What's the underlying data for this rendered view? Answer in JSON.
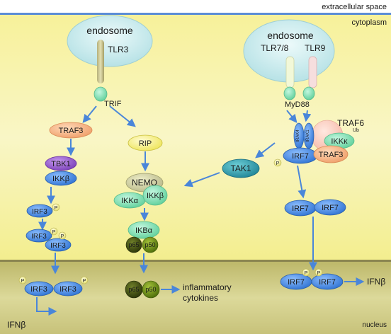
{
  "compartments": {
    "extracellular": "extracellular space",
    "cytoplasm": "cytoplasm",
    "nucleus": "nucleus"
  },
  "left_pathway": {
    "endosome": "endosome",
    "receptor": "TLR3",
    "adaptor": "TRIF",
    "traf3": "TRAF3",
    "tbk1": "TBK1",
    "ikk_beta": "IKKβ",
    "irf3": "IRF3",
    "irf3_dimer": [
      "IRF3",
      "IRF3"
    ],
    "nuclear_irf3_dimer": [
      "IRF3",
      "IRF3"
    ],
    "output": "IFNβ",
    "phospho": "P"
  },
  "middle_pathway": {
    "rip": "RIP",
    "nemo": "NEMO",
    "ikk_alpha": "IKKα",
    "ikk_beta": "IKKβ",
    "ikb_alpha": "IKBα",
    "p65": "p65",
    "p50": "p50",
    "nuclear_p65": "p65",
    "nuclear_p50": "p50",
    "output_line1": "inflammatory",
    "output_line2": "cytokines"
  },
  "right_pathway": {
    "endosome": "endosome",
    "receptor_a": "TLR7/8",
    "receptor_b": "TLR9",
    "adaptor": "MyD88",
    "traf6": "TRAF6",
    "ikk_kappa": "IKKκ",
    "ub": "Ub",
    "irak_a": "IRAK4",
    "irak_b": "IRAK1",
    "irf7": "IRF7",
    "traf3": "TRAF3",
    "tak1": "TAK1",
    "irf7_dimer": [
      "IRF7",
      "IRF7"
    ],
    "nuclear_irf7_dimer": [
      "IRF7",
      "IRF7"
    ],
    "output": "IFNβ",
    "phospho": "P"
  },
  "colors": {
    "cytoplasm": "#f7f3a0",
    "nucleus": "#c9c47a",
    "membrane": "#5b8dd6",
    "arrow": "#4a86d9",
    "endosome": "#d9f1f1",
    "irf": "#4a8be6",
    "traf3": "#f7b98a",
    "tbk1": "#9f6ad8",
    "ikk_green": "#7fe0b2",
    "rip": "#f7f47a",
    "tak1": "#2f9fae",
    "p65": "#3c4a10",
    "p50": "#5e7a12"
  }
}
